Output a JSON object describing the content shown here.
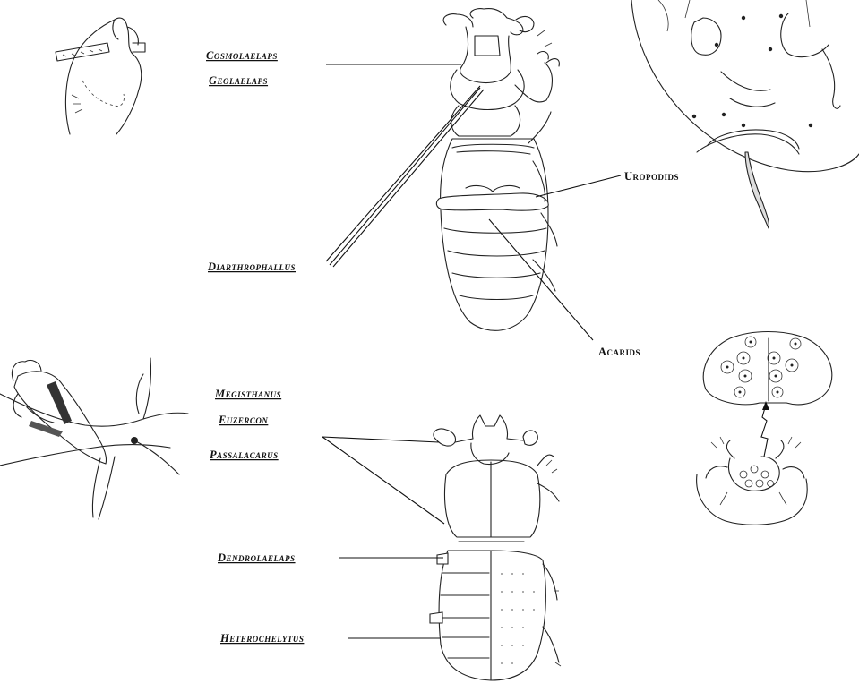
{
  "labels": {
    "cosmolaelaps": "Cosmolaelaps",
    "geolaelaps": "Geolaelaps",
    "diarthrophallus": "Diarthrophallus",
    "uropodids": "Uropodids",
    "acarids": "Acarids",
    "megisthanus": "Megisthanus",
    "euzercon": "Euzercon",
    "passalacarus": "Passalacarus",
    "dendrolaelaps": "Dendrolaelaps",
    "heterochelytus": "Heterochelytus"
  }
}
